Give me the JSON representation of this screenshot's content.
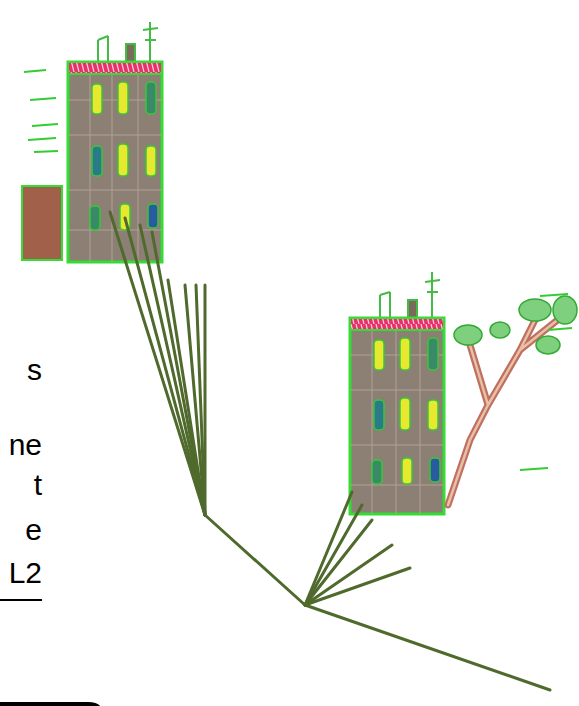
{
  "diagram": {
    "labels": [
      "s",
      "ne",
      "t",
      "e",
      "L2"
    ]
  }
}
